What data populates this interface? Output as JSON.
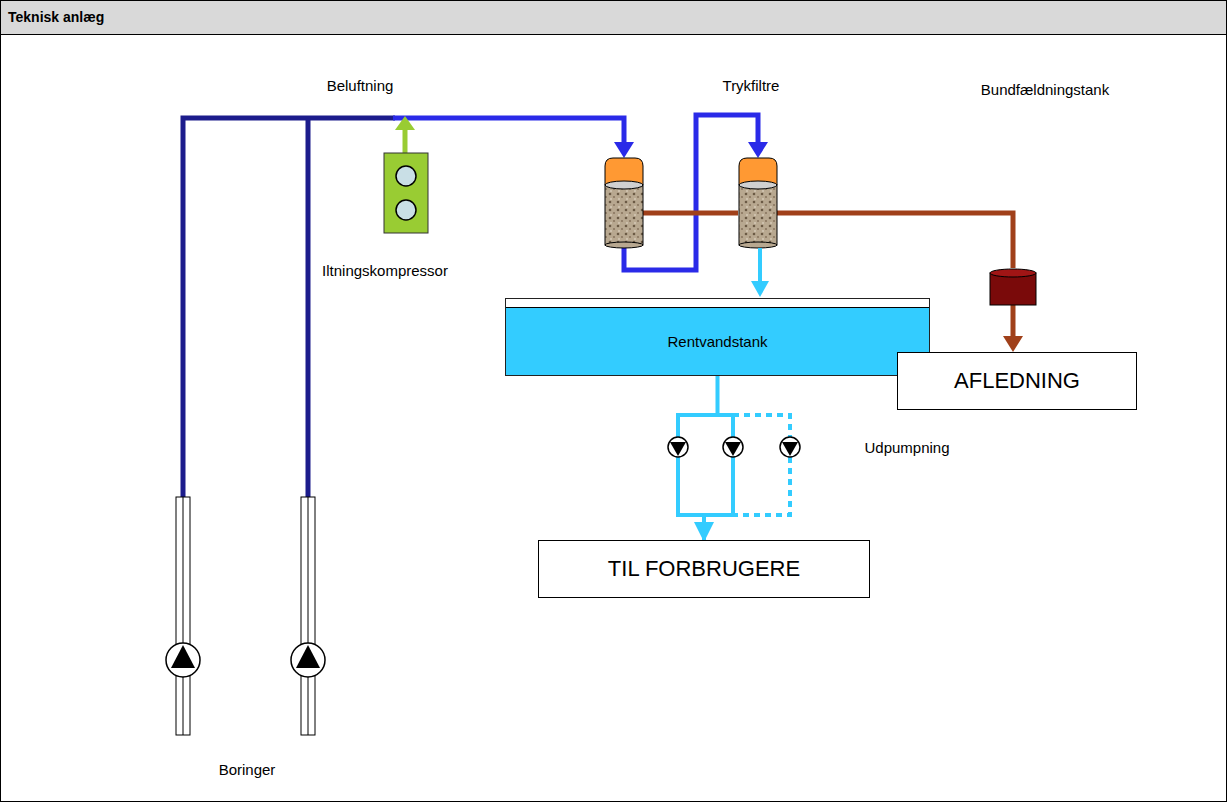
{
  "diagram": {
    "title": "Teknisk anlæg",
    "nodes": [
      {
        "text": [
          "Rentvandstank"
        ]
      },
      {
        "text": [
          "AFLEDNING"
        ]
      },
      {
        "text": [
          "TIL FORBRUGERE"
        ]
      }
    ],
    "edges": [
      {
        "from": 0,
        "to": 2,
        "arrow": "to"
      }
    ],
    "labels": [
      "Beluftning",
      "Trykfiltre",
      "Bundfældningstank",
      "Iltningskompressor",
      "Udpumpning",
      "Boringer"
    ]
  }
}
